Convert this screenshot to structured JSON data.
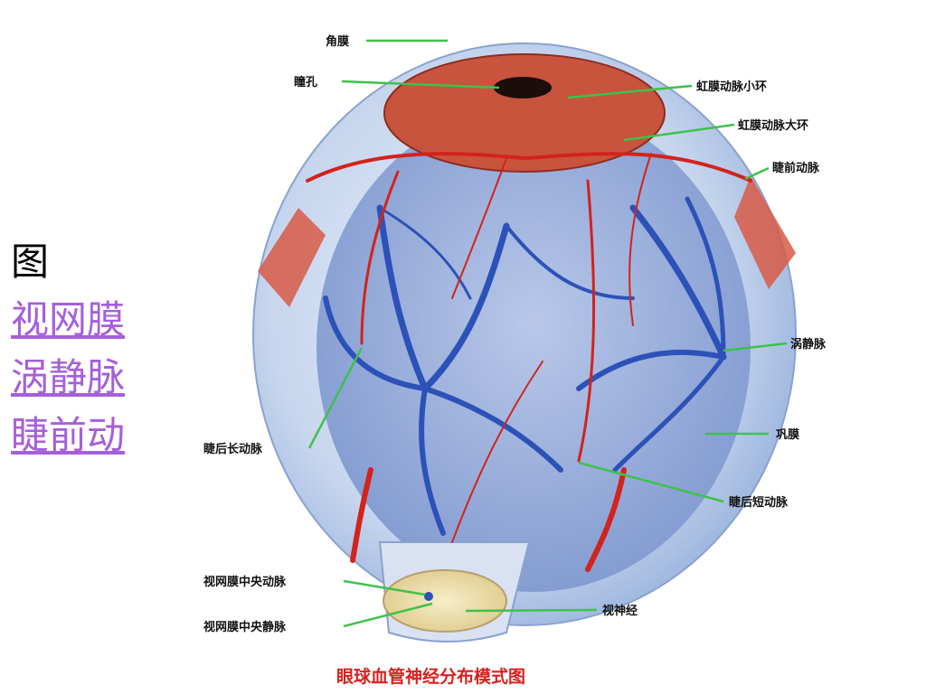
{
  "side_text": {
    "heading": "图",
    "links": [
      "视网膜",
      "涡静脉",
      "睫前动"
    ]
  },
  "labels": {
    "cornea": "角膜",
    "pupil": "瞳孔",
    "minor_iris_circle": "虹膜动脉小环",
    "major_iris_circle": "虹膜动脉大环",
    "anterior_ciliary_artery": "睫前动脉",
    "vortex_vein": "涡静脉",
    "sclera": "巩膜",
    "long_posterior_ciliary_artery": "睫后长动脉",
    "short_posterior_ciliary_artery": "睫后短动脉",
    "central_retinal_artery": "视网膜中央动脉",
    "central_retinal_vein": "视网膜中央静脉",
    "optic_nerve": "视神经"
  },
  "caption": "眼球血管神经分布模式图",
  "colors": {
    "link": "#a65fd9",
    "pointer": "#3ec24a",
    "artery": "#d2231c",
    "vein": "#2c52b8",
    "caption": "#d9201e"
  }
}
